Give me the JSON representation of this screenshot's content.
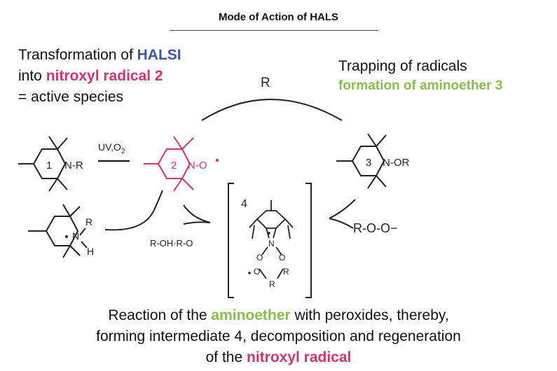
{
  "title": "Mode of Action of HALS",
  "left_block": {
    "line1_pre": "Transformation of ",
    "line1_em": "HALSI",
    "line2_pre": "into ",
    "line2_em": "nitroxyl radical 2",
    "line3": "= active species"
  },
  "right_block": {
    "line1": "Trapping of radicals",
    "line2": "formation of aminoether 3"
  },
  "arc_label": "R",
  "reagent_uv": "UV,O",
  "reagent_uv_sub": "2",
  "compounds": {
    "c1": {
      "number": "1",
      "group": "N-R"
    },
    "c2": {
      "number": "2",
      "group": "N-O"
    },
    "c3": {
      "number": "3",
      "group": "N-OR"
    },
    "c4": {
      "number": "4"
    },
    "c5": {
      "atom_r": "R",
      "atom_n": "N",
      "atom_h": "H"
    }
  },
  "byproduct": "R-OH·R-O",
  "peroxide": "R-O-O−",
  "intermediate_atoms": {
    "n": "N",
    "o1": "O",
    "o2": "O",
    "o3": "O",
    "r1": "R",
    "r2": "R"
  },
  "bottom_block": {
    "line1_pre": "Reaction of the ",
    "line1_em": "aminoether",
    "line1_post": " with peroxides, thereby,",
    "line2": "forming intermediate 4, decomposition and regeneration",
    "line3_pre": "of the ",
    "line3_em": "nitroxyl radical"
  },
  "colors": {
    "blue": "#3d56a8",
    "pink": "#d6336c",
    "green": "#86c04a",
    "ink": "#222222"
  }
}
